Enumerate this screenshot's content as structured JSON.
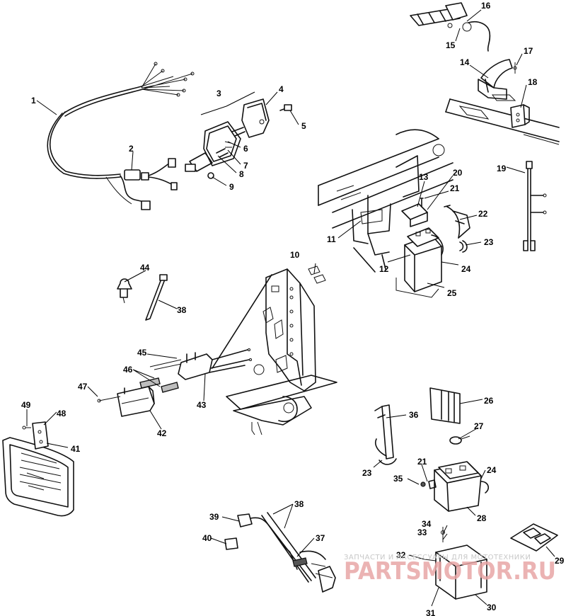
{
  "callouts": [
    "1",
    "2",
    "3",
    "4",
    "5",
    "6",
    "7",
    "8",
    "9",
    "10",
    "11",
    "12",
    "13",
    "14",
    "15",
    "16",
    "17",
    "18",
    "19",
    "20",
    "21",
    "22",
    "23",
    "24",
    "25",
    "26",
    "27",
    "28",
    "29",
    "30",
    "31",
    "32",
    "33",
    "34",
    "35",
    "36",
    "37",
    "38",
    "39",
    "40",
    "41",
    "42",
    "43",
    "44",
    "45",
    "46",
    "47",
    "48",
    "49"
  ],
  "callout_extra": {
    "c21b": "21",
    "c23b": "23",
    "c24b": "24",
    "c38b": "38"
  },
  "watermark": {
    "caption": "ЗАПЧАСТИ И АКСЕССУАРЫ ДЛЯ МОТОТЕХНИКИ",
    "brand": "PARTSMOTOR.RU"
  },
  "colors": {
    "line": "#111111",
    "watermark_brand": "#e8a6a6",
    "watermark_caption": "#c8c8c8"
  }
}
